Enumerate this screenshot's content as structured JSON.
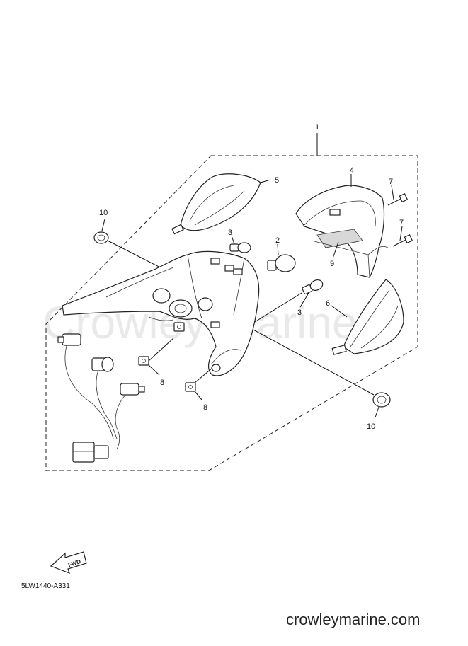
{
  "watermark": "Crowley Marine",
  "callouts": {
    "c1": "1",
    "c2": "2",
    "c3a": "3",
    "c3b": "3",
    "c4": "4",
    "c5": "5",
    "c6": "6",
    "c7a": "7",
    "c7b": "7",
    "c8a": "8",
    "c8b": "8",
    "c9": "9",
    "c10a": "10",
    "c10b": "10"
  },
  "fwd_label": "FWD",
  "diagram_code": "5LW1440-A331",
  "site_url": "crowleymarine.com"
}
